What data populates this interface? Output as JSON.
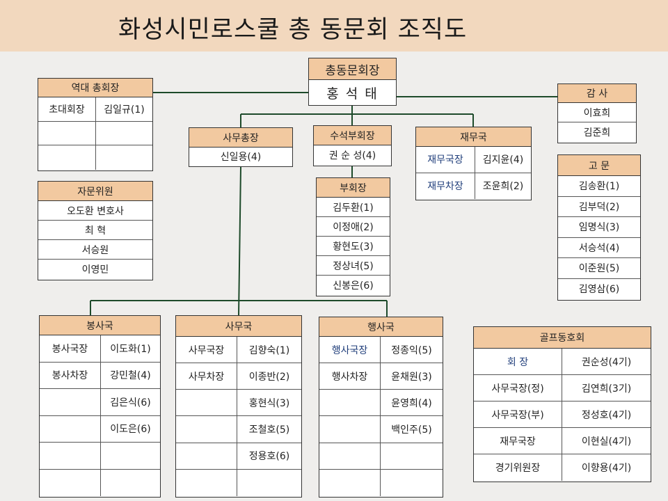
{
  "title": "화성시민로스쿨 총 동문회 조직도",
  "president": {
    "header": "총동문회장",
    "name": "홍 석 태"
  },
  "past_presidents": {
    "header": "역대 총회장",
    "rows": [
      [
        "초대회장",
        "김일규(1)"
      ],
      [
        "",
        ""
      ],
      [
        "",
        ""
      ]
    ]
  },
  "auditors": {
    "header": "감 사",
    "rows": [
      [
        "이효희"
      ],
      [
        "김준희"
      ]
    ]
  },
  "advisory": {
    "header": "자문위원",
    "rows": [
      [
        "오도환 변호사"
      ],
      [
        "최   혁"
      ],
      [
        "서승원"
      ],
      [
        "이영민"
      ]
    ]
  },
  "advisors": {
    "header": "고 문",
    "rows": [
      [
        "김송환(1)"
      ],
      [
        "김부덕(2)"
      ],
      [
        "임명식(3)"
      ],
      [
        "서승석(4)"
      ],
      [
        "이준원(5)"
      ],
      [
        "김영삼(6)"
      ]
    ]
  },
  "secretary_general": {
    "header": "사무총장",
    "rows": [
      [
        "신일용(4)"
      ]
    ]
  },
  "senior_vp": {
    "header": "수석부회장",
    "rows": [
      [
        "권 순 성(4)"
      ]
    ]
  },
  "finance": {
    "header": "재무국",
    "rows": [
      [
        "재무국장",
        "김지윤(4)"
      ],
      [
        "재무차장",
        "조윤희(2)"
      ]
    ]
  },
  "vice_presidents": {
    "header": "부회장",
    "rows": [
      [
        "김두환(1)"
      ],
      [
        "이정애(2)"
      ],
      [
        "황현도(3)"
      ],
      [
        "정상녀(5)"
      ],
      [
        "신봉은(6)"
      ]
    ]
  },
  "volunteer": {
    "header": "봉사국",
    "rows": [
      [
        "봉사국장",
        "이도화(1)"
      ],
      [
        "봉사차장",
        "강민철(4)"
      ],
      [
        "",
        "김은식(6)"
      ],
      [
        "",
        "이도은(6)"
      ],
      [
        "",
        ""
      ],
      [
        "",
        ""
      ]
    ]
  },
  "office": {
    "header": "사무국",
    "rows": [
      [
        "사무국장",
        "김향숙(1)"
      ],
      [
        "사무차장",
        "이종반(2)"
      ],
      [
        "",
        "홍현식(3)"
      ],
      [
        "",
        "조철호(5)"
      ],
      [
        "",
        "정용호(6)"
      ],
      [
        "",
        ""
      ]
    ]
  },
  "events": {
    "header": "행사국",
    "rows": [
      [
        "행사국장",
        "정종익(5)"
      ],
      [
        "행사차장",
        "윤채원(3)"
      ],
      [
        "",
        "윤영희(4)"
      ],
      [
        "",
        "백인주(5)"
      ],
      [
        "",
        ""
      ],
      [
        "",
        ""
      ]
    ]
  },
  "golf": {
    "header": "골프동호회",
    "rows": [
      [
        "회  장",
        "권순성(4기)"
      ],
      [
        "사무국장(정)",
        "김연희(3기)"
      ],
      [
        "사무국장(부)",
        "정성호(4기)"
      ],
      [
        "재무국장",
        "이현실(4기)"
      ],
      [
        "경기위원장",
        "이향용(4기)"
      ]
    ]
  },
  "colors": {
    "banner": "#f2d8be",
    "header_fill": "#f2c9a0",
    "connector": "#1d4a2a",
    "accent_text": "#1f3d7a"
  }
}
